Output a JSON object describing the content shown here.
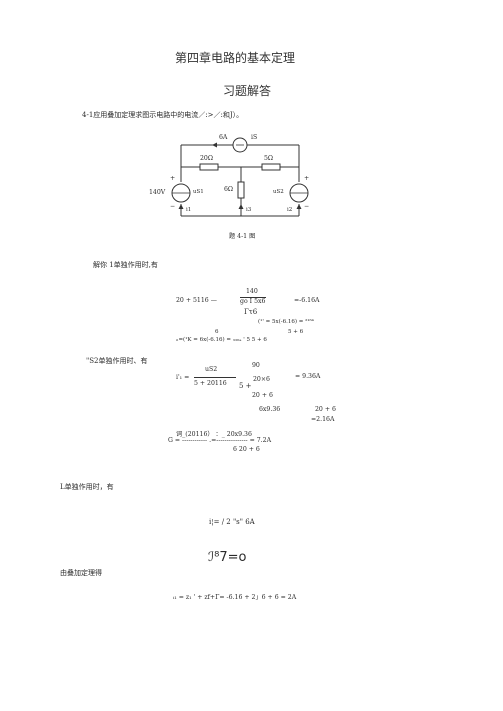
{
  "header": {
    "chapter_title": "第四章电路的基本定理",
    "subtitle": "习题解答"
  },
  "problem": {
    "statement": "4-1应用叠加定理求图示电路中的电流／:>／:和J）。"
  },
  "circuit": {
    "label_6A": "6A",
    "label_is": "iS",
    "label_20": "20Ω",
    "label_5": "5Ω",
    "label_6": "6Ω",
    "label_140": "140V",
    "label_us1": "uS1",
    "label_us2": "uS2",
    "label_i1": "i1",
    "label_i3": "i3",
    "label_i2": "i2",
    "plus": "+",
    "minus": "−",
    "caption": "题 4-1 图"
  },
  "solution": {
    "part1_intro": "解你 1单独作用时,有",
    "eq1_num": "140",
    "eq1_left": "20 + 5116 —",
    "eq1_mid": "go I 5x6",
    "eq1_result": "=-6.16A",
    "eq1_den": "Γτ6",
    "eq2_top": "(¹' =   5x(-6.16) = ²¹⁶⁴",
    "eq2_a": "6",
    "eq2_b": "5 + 6",
    "eq2_c": "ᵢₗ=(¹K = 6x(-6.16) =  ₃₃₆ₐ ' 5    5 + 6",
    "part2_intro": "\"S2单独作用时、有",
    "eq3_lhs": "i'₁ =",
    "eq3_num": "uS2",
    "eq3_den": "5 + 20116",
    "eq3_n90": "90",
    "eq3_frac_num": "20×6",
    "eq3_frac_den": "20 + 6",
    "eq3_5plus": "5 +",
    "eq3_result": "= 9.36A",
    "eq4_a": "6x9.36",
    "eq4_b": "20 + 6",
    "eq4_c": "=2.16A",
    "eq5_top": "词_(20116） ：_  20x9.36",
    "eq5_mid": "G = ------------ .=---------------  = 7.2A",
    "eq5_bot": "6 20 + 6",
    "part3_intro": "L单独作用时，有",
    "eq6": "i¦=  / 2 \"s\" 6A",
    "eq7": "ℐ⁸7=o",
    "part4_intro": "由叠加定理得",
    "eq8": "ᵢ₁ = z₁ ' + zf+Γ= -6.16 + 2」6 + 6 = 2A"
  },
  "colors": {
    "text": "#2a2a2a",
    "wire": "#333333",
    "caption": "#444444"
  }
}
